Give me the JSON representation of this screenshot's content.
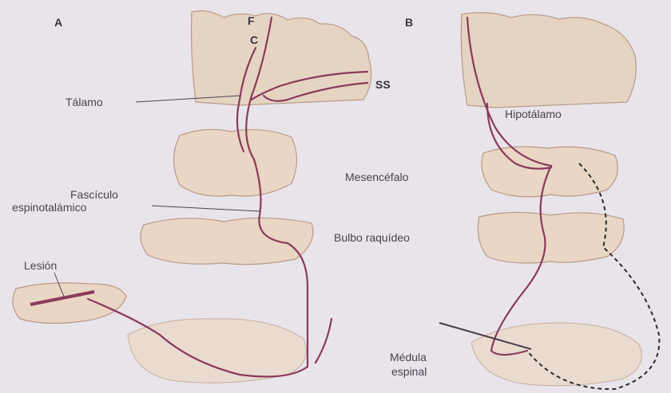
{
  "panels": {
    "a": "A",
    "b": "B"
  },
  "labels": {
    "f": "F",
    "c": "C",
    "ss": "SS",
    "talamo": "Tálamo",
    "fasciculo_l1": "Fascículo",
    "fasciculo_l2": "espinotalámico",
    "lesion": "Lesión",
    "hipotalamo": "Hipotálamo",
    "mesencefalo": "Mesencéfalo",
    "bulbo": "Bulbo raquídeo",
    "medula_l1": "Médula",
    "medula_l2": "espinal"
  },
  "colors": {
    "tissue": "#e9d6c4",
    "tissue_edge": "#b79a86",
    "tract": "#8a3a5c",
    "dashed": "#2a2a2a",
    "text": "#4a4150"
  }
}
